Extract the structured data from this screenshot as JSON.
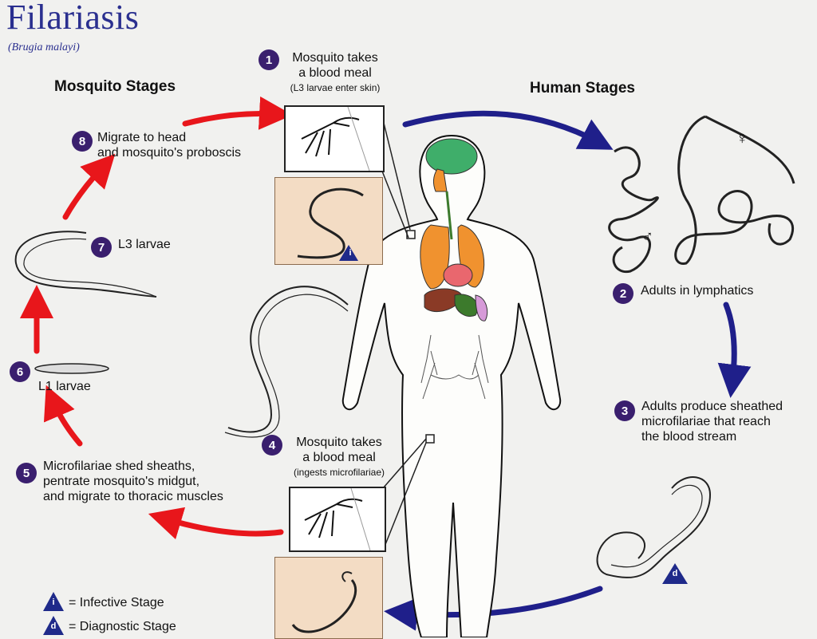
{
  "title": "Filariasis",
  "subtitle": "(Brugia malayi)",
  "headings": {
    "mosquito": "Mosquito Stages",
    "human": "Human Stages"
  },
  "steps": [
    {
      "n": "1",
      "line1": "Mosquito takes",
      "line2": "a blood meal",
      "note": "(L3 larvae enter skin)"
    },
    {
      "n": "2",
      "line1": "Adults in lymphatics"
    },
    {
      "n": "3",
      "line1": "Adults produce sheathed",
      "line2": "microfilariae that reach",
      "line3": "the blood stream"
    },
    {
      "n": "4",
      "line1": "Mosquito takes",
      "line2": "a blood meal",
      "note": "(ingests microfilariae)"
    },
    {
      "n": "5",
      "line1": "Microfilariae shed sheaths,",
      "line2": "pentrate mosquito's midgut,",
      "line3": "and migrate to thoracic muscles"
    },
    {
      "n": "6",
      "line1": "L1 larvae"
    },
    {
      "n": "7",
      "line1": "L3 larvae"
    },
    {
      "n": "8",
      "line1": "Migrate to head",
      "line2": "and mosquito's proboscis"
    }
  ],
  "symbols": {
    "infective": "i",
    "diagnostic": "d",
    "male": "♂",
    "female": "♀"
  },
  "legend": {
    "infective": "= Infective Stage",
    "diagnostic": "= Diagnostic Stage"
  },
  "colors": {
    "title": "#2a2f8f",
    "mosquito_arrow": "#e8161b",
    "human_arrow": "#1f1f8a",
    "step_badge": "#3a1f6e",
    "brain": "#3fae6a",
    "lungs": "#f0922f",
    "heart": "#e9676e",
    "liver": "#8a3a26",
    "stomach": "#3c7a2c",
    "intestine": "#d69ad8"
  }
}
